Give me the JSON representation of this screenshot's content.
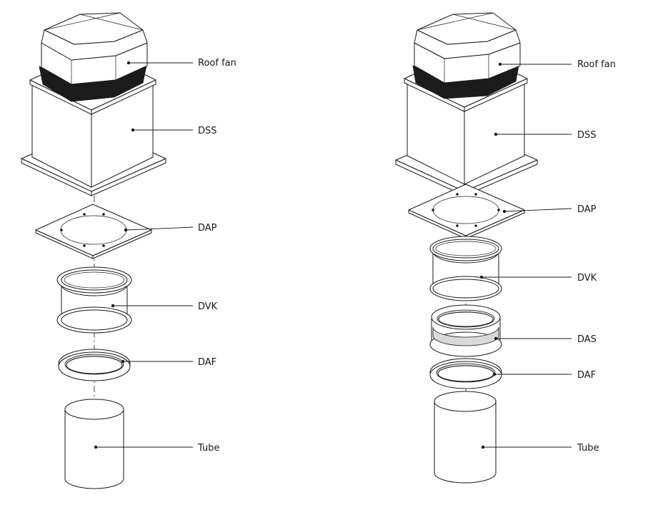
{
  "assemblies": [
    {
      "id": "left",
      "labels": [
        "Roof fan",
        "DSS",
        "DAP",
        "DVK",
        "DAF",
        "Tube"
      ]
    },
    {
      "id": "right",
      "labels": [
        "Roof fan",
        "DSS",
        "DAP",
        "DVK",
        "DAS",
        "DAF",
        "Tube"
      ]
    }
  ]
}
